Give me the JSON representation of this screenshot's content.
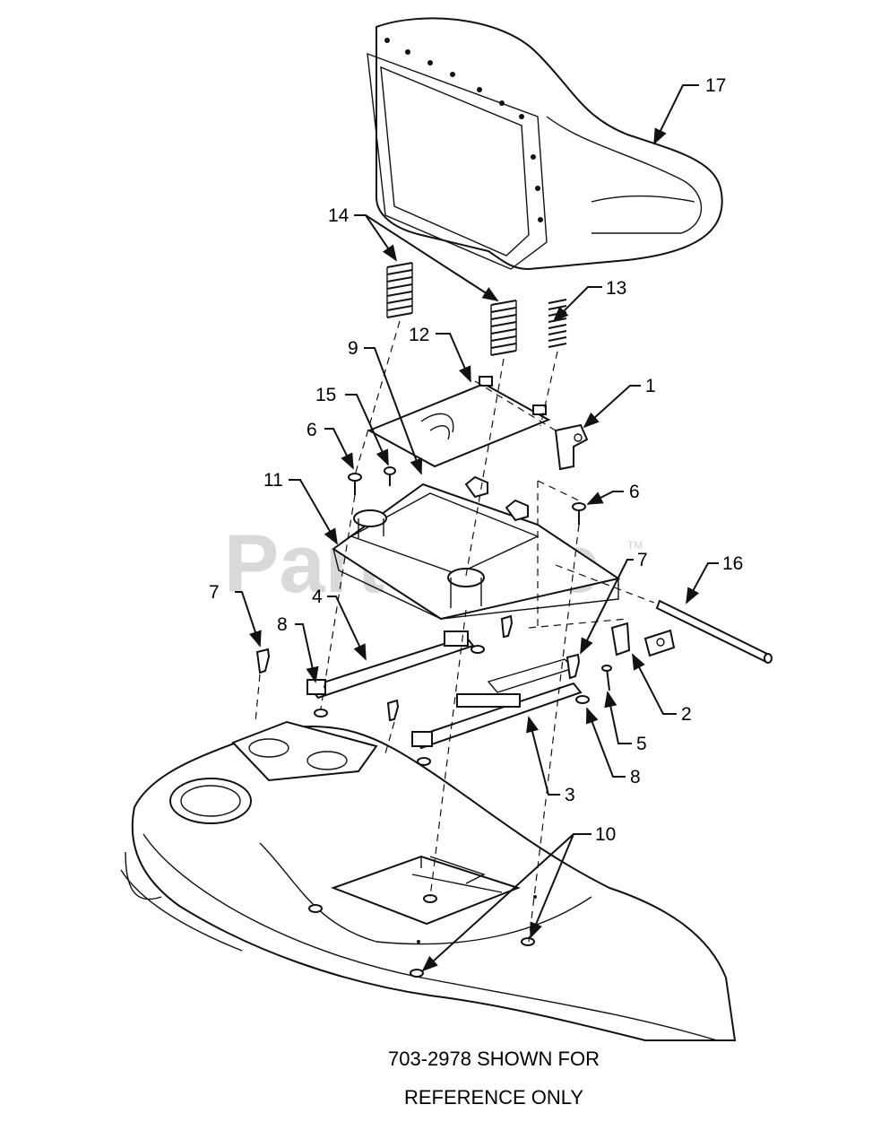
{
  "watermark": {
    "text": "PartsTree",
    "tm": "TM"
  },
  "callouts": {
    "c1": "1",
    "c2": "2",
    "c3": "3",
    "c4": "4",
    "c5": "5",
    "c6a": "6",
    "c6b": "6",
    "c7a": "7",
    "c7b": "7",
    "c8a": "8",
    "c8b": "8",
    "c9": "9",
    "c10": "10",
    "c11": "11",
    "c12": "12",
    "c13": "13",
    "c14": "14",
    "c15": "15",
    "c16": "16",
    "c17": "17"
  },
  "caption": {
    "line1": "703-2978 SHOWN FOR",
    "line2": "REFERENCE ONLY"
  }
}
